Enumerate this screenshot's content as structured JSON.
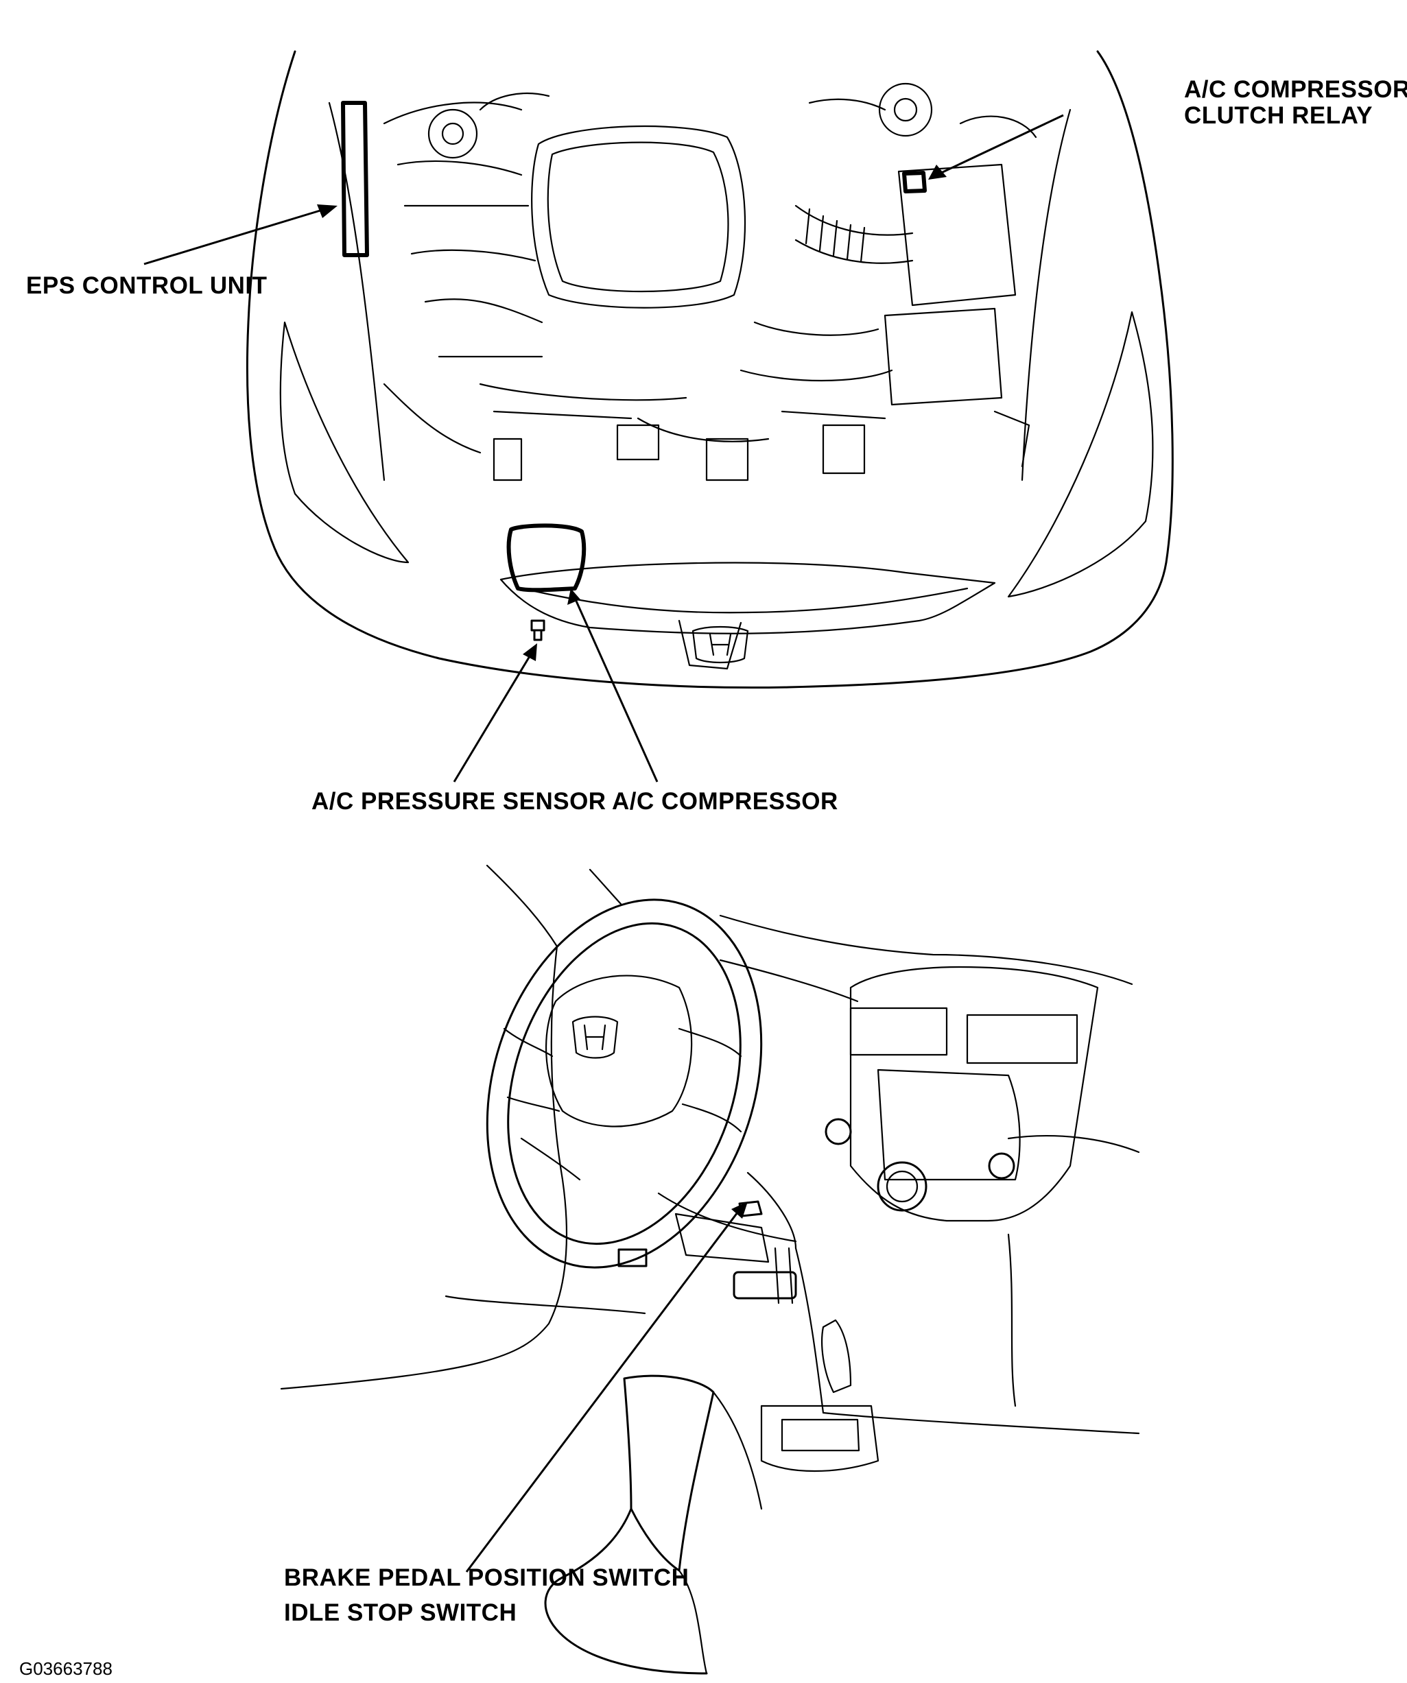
{
  "labels": {
    "eps_control_unit": "EPS CONTROL UNIT",
    "ac_compressor_clutch_relay_line1": "A/C COMPRESSOR",
    "ac_compressor_clutch_relay_line2": "CLUTCH RELAY",
    "ac_pressure_sensor": "A/C PRESSURE SENSOR",
    "ac_compressor": "A/C COMPRESSOR",
    "brake_pedal_position_switch": "BRAKE PEDAL POSITION SWITCH",
    "idle_stop_switch": "IDLE STOP SWITCH"
  },
  "figure_id": "G03663788"
}
